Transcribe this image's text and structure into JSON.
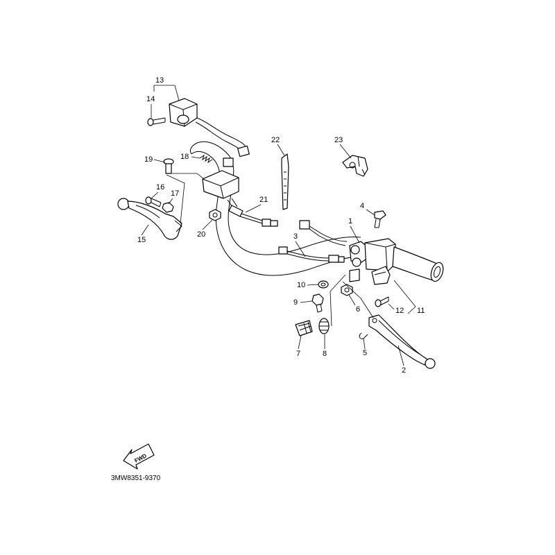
{
  "diagram": {
    "part_code": "3MW8351-9370",
    "fwd_label": "FWD",
    "callouts": [
      {
        "id": "1",
        "label": "1"
      },
      {
        "id": "2",
        "label": "2"
      },
      {
        "id": "3",
        "label": "3"
      },
      {
        "id": "4",
        "label": "4"
      },
      {
        "id": "5",
        "label": "5"
      },
      {
        "id": "6",
        "label": "6"
      },
      {
        "id": "7",
        "label": "7"
      },
      {
        "id": "8",
        "label": "8"
      },
      {
        "id": "9",
        "label": "9"
      },
      {
        "id": "10",
        "label": "10"
      },
      {
        "id": "11",
        "label": "11"
      },
      {
        "id": "12",
        "label": "12"
      },
      {
        "id": "13",
        "label": "13"
      },
      {
        "id": "14",
        "label": "14"
      },
      {
        "id": "15",
        "label": "15"
      },
      {
        "id": "16",
        "label": "16"
      },
      {
        "id": "17",
        "label": "17"
      },
      {
        "id": "18",
        "label": "18"
      },
      {
        "id": "19",
        "label": "19"
      },
      {
        "id": "20",
        "label": "20"
      },
      {
        "id": "21",
        "label": "21"
      },
      {
        "id": "22",
        "label": "22"
      },
      {
        "id": "23",
        "label": "23"
      }
    ]
  }
}
